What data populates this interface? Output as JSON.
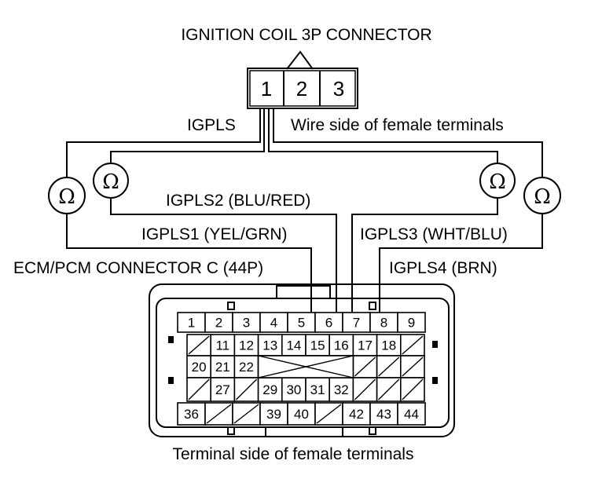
{
  "diagram": {
    "title": "IGNITION COIL 3P CONNECTOR",
    "coil_pins": [
      "1",
      "2",
      "3"
    ],
    "igpls_label": "IGPLS",
    "wire_side_label": "Wire side of female terminals",
    "ohm_symbol": "Ω",
    "wires": {
      "igpls1": "IGPLS1 (YEL/GRN)",
      "igpls2": "IGPLS2 (BLU/RED)",
      "igpls3": "IGPLS3 (WHT/BLU)",
      "igpls4": "IGPLS4 (BRN)"
    },
    "ecm_label": "ECM/PCM CONNECTOR C (44P)",
    "terminal_side_label": "Terminal side of female terminals",
    "ecm_pins": [
      "1",
      "2",
      "3",
      "4",
      "5",
      "6",
      "7",
      "8",
      "9",
      "11",
      "12",
      "13",
      "14",
      "15",
      "16",
      "17",
      "18",
      "20",
      "21",
      "22",
      "27",
      "29",
      "30",
      "31",
      "32",
      "36",
      "39",
      "40",
      "42",
      "43",
      "44"
    ]
  }
}
